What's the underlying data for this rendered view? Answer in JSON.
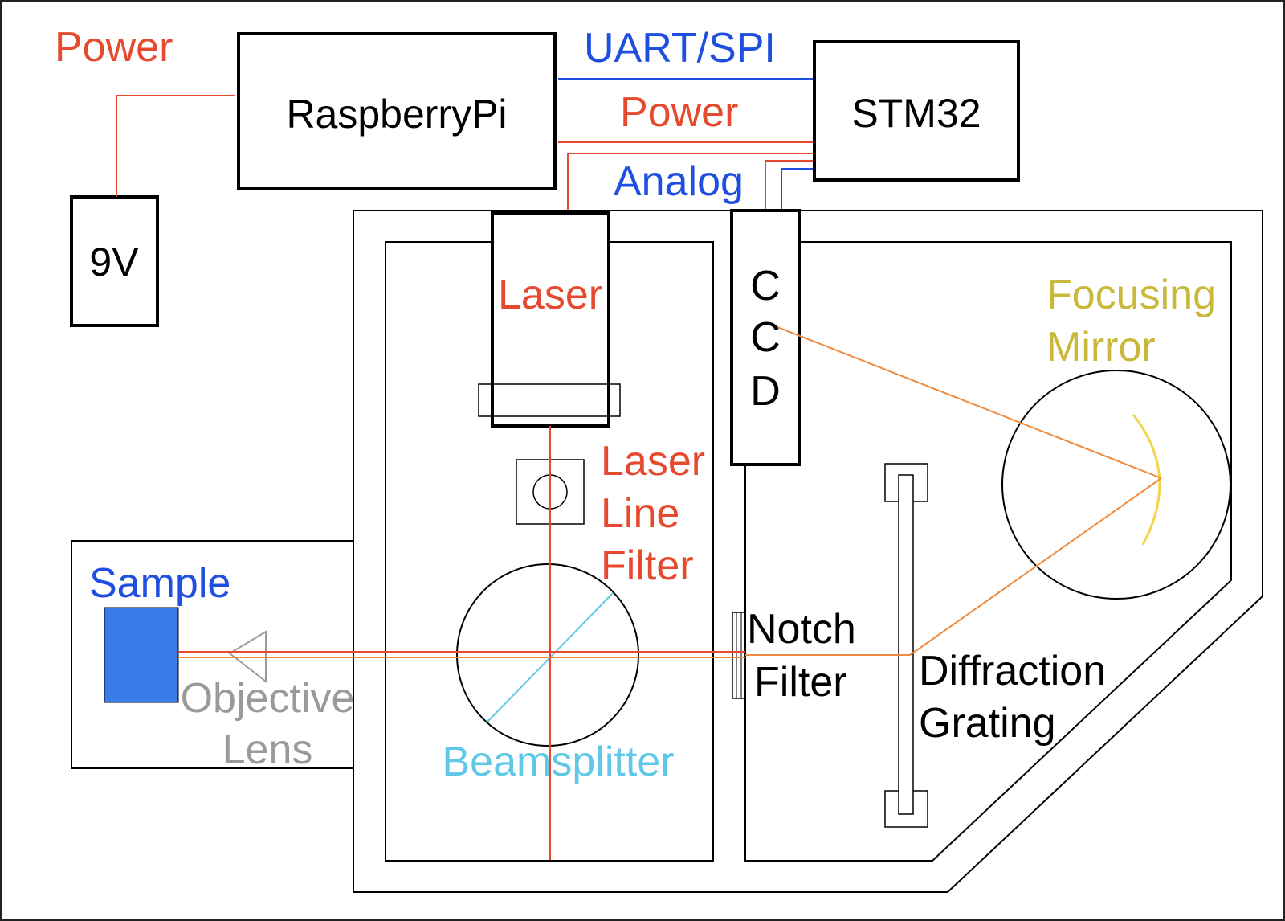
{
  "title": "",
  "colors": {
    "power": "#e64a2e",
    "signal": "#1f4fe0",
    "beam": "#ef8a3c",
    "laser_beam": "#e64a2e",
    "beamsplitter": "#5ec8e6",
    "mirror": "#c9b93a",
    "lens": "#9a9a9a",
    "sample_fill": "#3a7be8",
    "outline": "#000000"
  },
  "labels": {
    "power_source": "Power",
    "uart_spi": "UART/SPI",
    "power_link": "Power",
    "analog": "Analog",
    "raspberrypi": "RaspberryPi",
    "stm32": "STM32",
    "battery": "9V",
    "laser": "Laser",
    "ccd": [
      "C",
      "C",
      "D"
    ],
    "laser_line_filter": [
      "Laser",
      "Line",
      "Filter"
    ],
    "focusing_mirror": [
      "Focusing",
      "Mirror"
    ],
    "sample": "Sample",
    "objective_lens": [
      "Objective",
      "Lens"
    ],
    "beamsplitter": "Beamsplitter",
    "notch_filter": [
      "Notch",
      "Filter"
    ],
    "diffraction_grating": [
      "Diffraction",
      "Grating"
    ]
  }
}
